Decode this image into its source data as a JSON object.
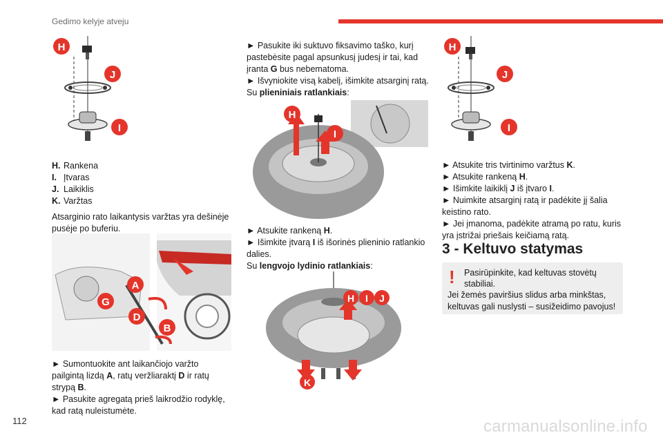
{
  "header": {
    "title": "Gedimo kelyje atveju",
    "accent": "#e4352b"
  },
  "page_number": "112",
  "watermark": "carmanualsonline.info",
  "figures": {
    "jack_assembly_top": {
      "labels": [
        "H",
        "J",
        "I"
      ]
    },
    "spare_carrier": {
      "labels": [
        "A",
        "G",
        "D",
        "B"
      ]
    },
    "steel_wheel": {
      "labels": [
        "H",
        "I"
      ]
    },
    "alloy_wheel": {
      "labels": [
        "H",
        "I",
        "J",
        "K"
      ]
    },
    "jack_assembly_right": {
      "labels": [
        "H",
        "J",
        "I"
      ]
    }
  },
  "legend": [
    {
      "key": "H.",
      "text": "Rankena"
    },
    {
      "key": "I.",
      "text": "Įtvaras"
    },
    {
      "key": "J.",
      "text": "Laikiklis"
    },
    {
      "key": "K.",
      "text": "Varžtas"
    }
  ],
  "col1": {
    "para1": "Atsarginio rato laikantysis varžtas yra dešinėje pusėje po buferiu.",
    "s1a": "► Sumontuokite ant laikančiojo varžto pailgintą lizdą ",
    "s1b": "A",
    "s1c": ", ratų veržliaraktį ",
    "s1d": "D",
    "s1e": " ir ratų strypą ",
    "s1f": "B",
    "s1g": ".",
    "s2": "► Pasukite agregatą prieš laikrodžio rodyklę, kad ratą nuleistumėte."
  },
  "col2": {
    "a1": "► Pasukite iki suktuvo fiksavimo taško, kurį pastebėsite pagal apsunkusį judesį ir tai, kad įranta ",
    "a2": "G",
    "a3": " bus nebematoma.",
    "b1": "► Išvyniokite visą kabelį, išimkite atsarginį ratą.",
    "c1": "Su ",
    "c2": "plieniniais ratlankiais",
    "c3": ":",
    "d1": "► Atsukite rankeną ",
    "d2": "H",
    "d3": ".",
    "e1": "► Išimkite įtvarą ",
    "e2": "I",
    "e3": " iš išorinės plieninio ratlankio dalies.",
    "f1": "Su ",
    "f2": "lengvojo lydinio ratlankiais",
    "f3": ":"
  },
  "col3": {
    "a1": "► Atsukite tris tvirtinimo varžtus ",
    "a2": "K",
    "a3": ".",
    "b1": "► Atsukite rankeną ",
    "b2": "H",
    "b3": ".",
    "c1": "► Išimkite laikiklį ",
    "c2": "J",
    "c3": " iš įtvaro ",
    "c4": "I",
    "c5": ".",
    "d1": "► Nuimkite atsarginį ratą ir padėkite jį šalia keistino rato.",
    "e1": "► Jei įmanoma, padėkite atramą po ratu, kuris yra įstrižai priešais keičiamą ratą."
  },
  "section": {
    "title": "3 - Keltuvo statymas",
    "warn_icon": "!",
    "warn_line1": "Pasirūpinkite, kad keltuvas stovėtų stabiliai.",
    "warn_line2": "Jei žemės paviršius slidus arba minkštas, keltuvas gali nuslysti – susižeidimo pavojus!"
  }
}
